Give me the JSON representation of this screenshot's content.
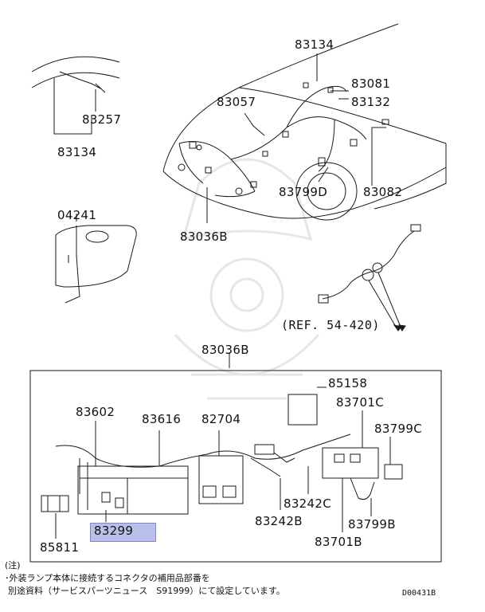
{
  "labels": {
    "p83134_top": "83134",
    "p83081": "83081",
    "p83132": "83132",
    "p83057": "83057",
    "p83257": "83257",
    "p83134_left": "83134",
    "p83799D": "83799D",
    "p83082": "83082",
    "p04241": "04241",
    "p83036B_upper": "83036B",
    "ref": "(REF. 54-420)",
    "p83036B_box": "83036B",
    "p85158": "85158",
    "p83602": "83602",
    "p83616": "83616",
    "p82704": "82704",
    "p83701C": "83701C",
    "p83799C": "83799C",
    "p83242C": "83242C",
    "p83242B": "83242B",
    "p83799B": "83799B",
    "p83701B": "83701B",
    "p83299": "83299",
    "p85811": "85811"
  },
  "notes": {
    "line1": "(注)",
    "line2": "･外装ランプ本体に接続するコネクタの補用品部番を",
    "line3": "別途資料（サービスパーツニュース　S91999）にて設定しています。",
    "code": "D00431B"
  },
  "colors": {
    "highlight": "#b8c0ea",
    "line": "#1a1a1a",
    "watermark": "#ececec"
  }
}
